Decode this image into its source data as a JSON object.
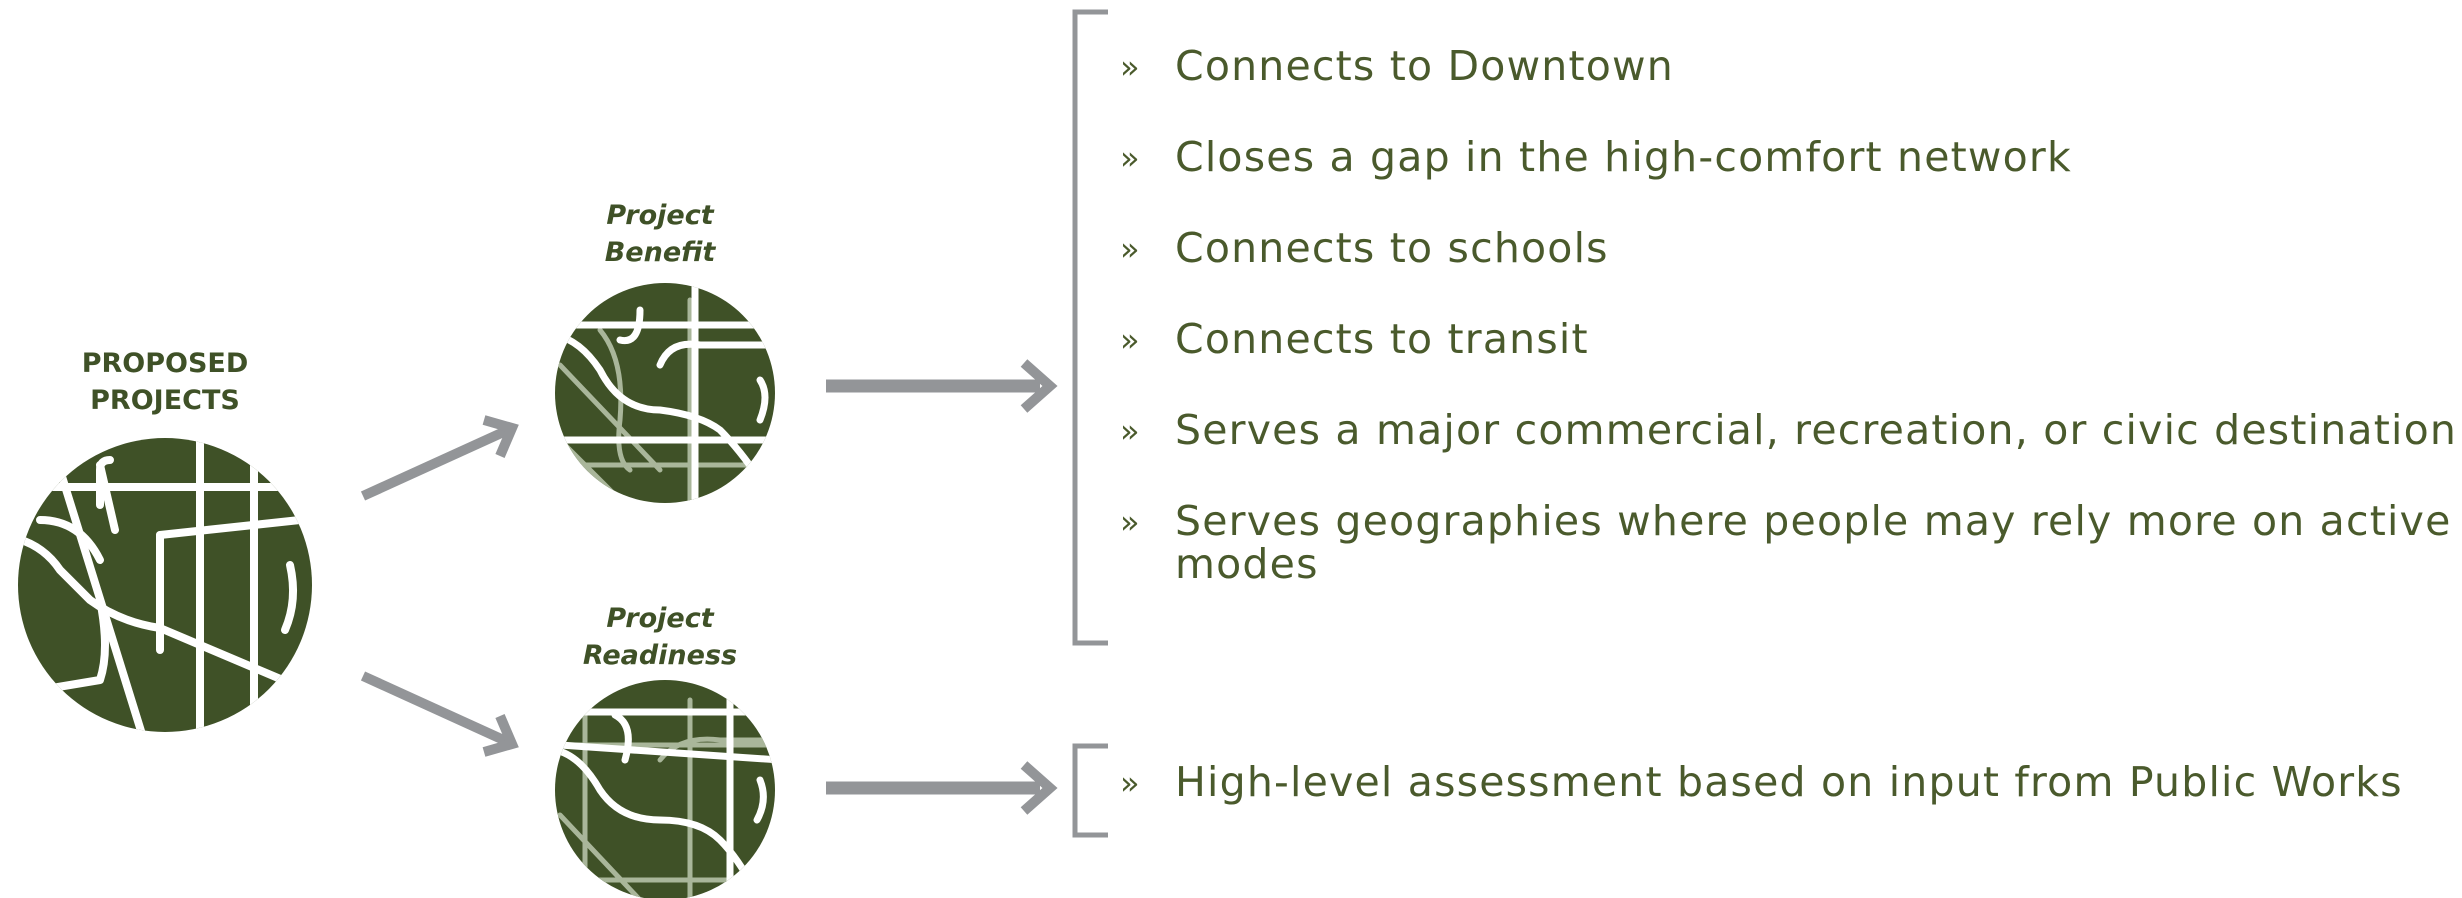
{
  "root": {
    "label_lines": [
      "PROPOSED",
      "PROJECTS"
    ],
    "icon": "map-icon"
  },
  "branches": [
    {
      "label_lines": [
        "Project",
        "Benefit"
      ],
      "icon": "map-icon",
      "bullet": "»",
      "criteria": [
        "Connects to Downtown",
        "Closes a gap in the high-comfort network",
        "Connects to schools",
        "Connects to transit",
        "Serves a major commercial, recreation, or civic destination",
        "Serves geographies where people may rely more on active modes"
      ]
    },
    {
      "label_lines": [
        "Project",
        "Readiness"
      ],
      "icon": "map-icon",
      "bullet": "»",
      "criteria": [
        "High-level assessment based on input from Public Works"
      ]
    }
  ],
  "colors": {
    "map_fill": "#3f5127",
    "road": "#ffffff",
    "road_faded": "#a9b69a",
    "arrow": "#939598",
    "text": "#4a5a2c",
    "bracket": "#939598"
  }
}
